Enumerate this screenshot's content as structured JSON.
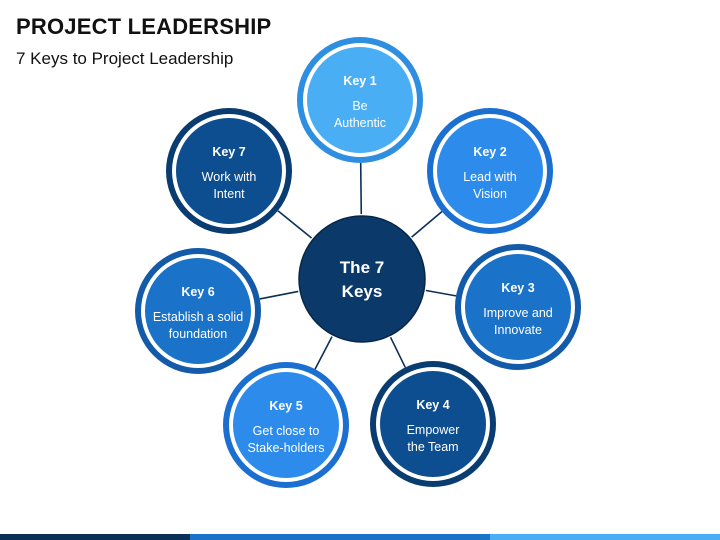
{
  "header": {
    "title": "PROJECT LEADERSHIP",
    "subtitle": "7 Keys to Project Leadership"
  },
  "center": {
    "lines": [
      "The 7",
      "Keys"
    ],
    "color": "#0B3A6A"
  },
  "nodes": [
    {
      "key": "Key 1",
      "lines": [
        "Be",
        "Authentic"
      ],
      "color": "#4AAEF5",
      "ring": "#2E8FE0"
    },
    {
      "key": "Key 2",
      "lines": [
        "Lead with",
        "Vision"
      ],
      "color": "#2D8CEB",
      "ring": "#1A6FD0"
    },
    {
      "key": "Key 3",
      "lines": [
        "Improve and",
        "Innovate"
      ],
      "color": "#1B72C9",
      "ring": "#135AA8"
    },
    {
      "key": "Key 4",
      "lines": [
        "Empower",
        "the Team"
      ],
      "color": "#0C4E8F",
      "ring": "#093C70"
    },
    {
      "key": "Key 5",
      "lines": [
        "Get close to",
        "Stake-holders"
      ],
      "color": "#2D8CEB",
      "ring": "#1A6FD0"
    },
    {
      "key": "Key 6",
      "lines": [
        "Establish a solid",
        "foundation"
      ],
      "color": "#1B72C9",
      "ring": "#135AA8"
    },
    {
      "key": "Key 7",
      "lines": [
        "Work with",
        "Intent"
      ],
      "color": "#0C4E8F",
      "ring": "#093C70"
    }
  ],
  "colors": {
    "connector": "#0B2F55",
    "bar_dark": "#0B2F55",
    "bar_mid": "#1B72C9",
    "bar_light": "#4AAEF5"
  }
}
